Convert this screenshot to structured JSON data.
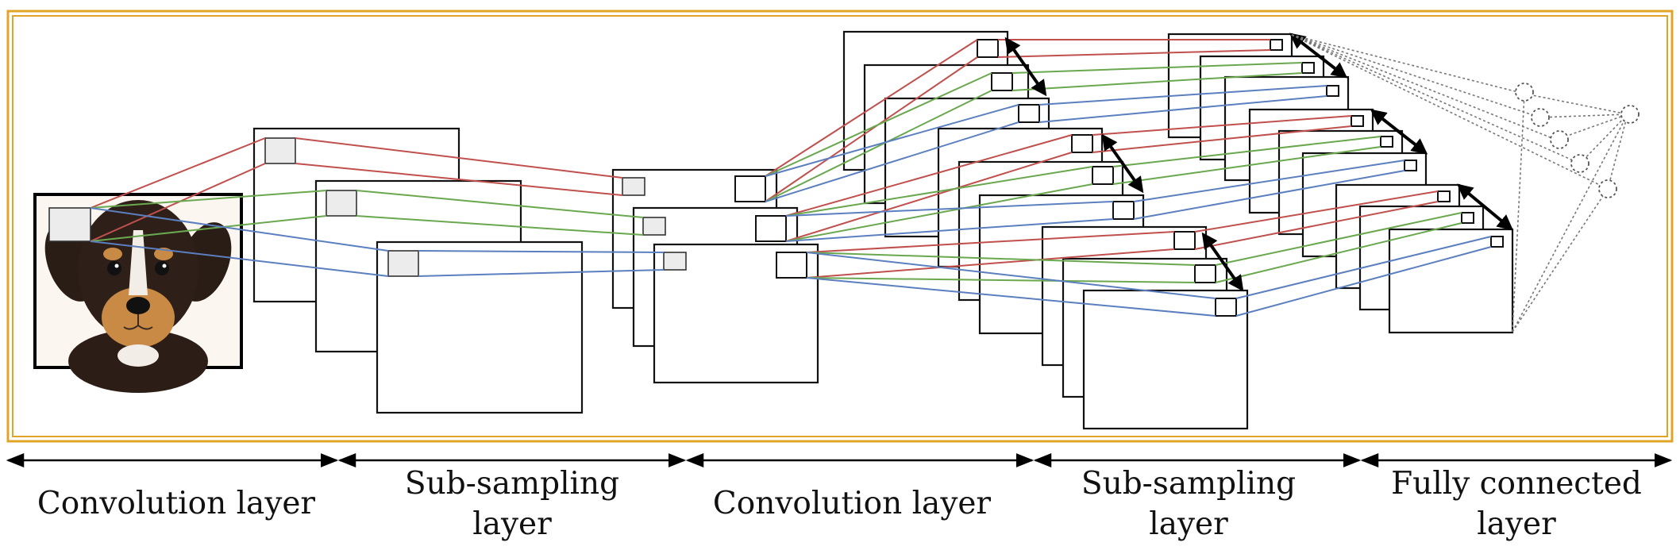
{
  "stage_labels": [
    {
      "id": "conv1",
      "lines": [
        "Convolution layer"
      ]
    },
    {
      "id": "sub1",
      "lines": [
        "Sub-sampling",
        "layer"
      ]
    },
    {
      "id": "conv2",
      "lines": [
        "Convolution layer"
      ]
    },
    {
      "id": "sub2",
      "lines": [
        "Sub-sampling",
        "layer"
      ]
    },
    {
      "id": "fc",
      "lines": [
        "Fully connected",
        "layer"
      ]
    }
  ],
  "colors": {
    "frame": "#e0a526",
    "connection_red": "#c0504d",
    "connection_green": "#6aa84f",
    "connection_blue": "#5b7fbf",
    "dotted_links": "#777777"
  },
  "input_image": {
    "subject": "puppy photo",
    "icon": "puppy-image"
  }
}
